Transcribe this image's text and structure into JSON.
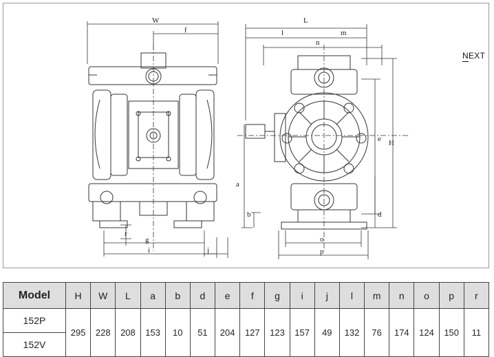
{
  "nav": {
    "next_label": "NEXT"
  },
  "drawing": {
    "front_labels": {
      "W": "W",
      "f": "f",
      "g": "g",
      "i": "i",
      "j": "j",
      "r": "r"
    },
    "side_labels": {
      "L": "L",
      "l": "l",
      "m": "m",
      "n": "n",
      "a": "a",
      "b": "b",
      "d": "d",
      "e": "e",
      "H": "H",
      "o": "o",
      "p": "p"
    }
  },
  "table": {
    "columns": [
      "Model",
      "H",
      "W",
      "L",
      "a",
      "b",
      "d",
      "e",
      "f",
      "g",
      "i",
      "j",
      "l",
      "m",
      "n",
      "o",
      "p",
      "r"
    ],
    "models": [
      "152P",
      "152V"
    ],
    "values": [
      "295",
      "228",
      "208",
      "153",
      "10",
      "51",
      "204",
      "127",
      "123",
      "157",
      "49",
      "132",
      "76",
      "174",
      "124",
      "150",
      "11"
    ]
  }
}
